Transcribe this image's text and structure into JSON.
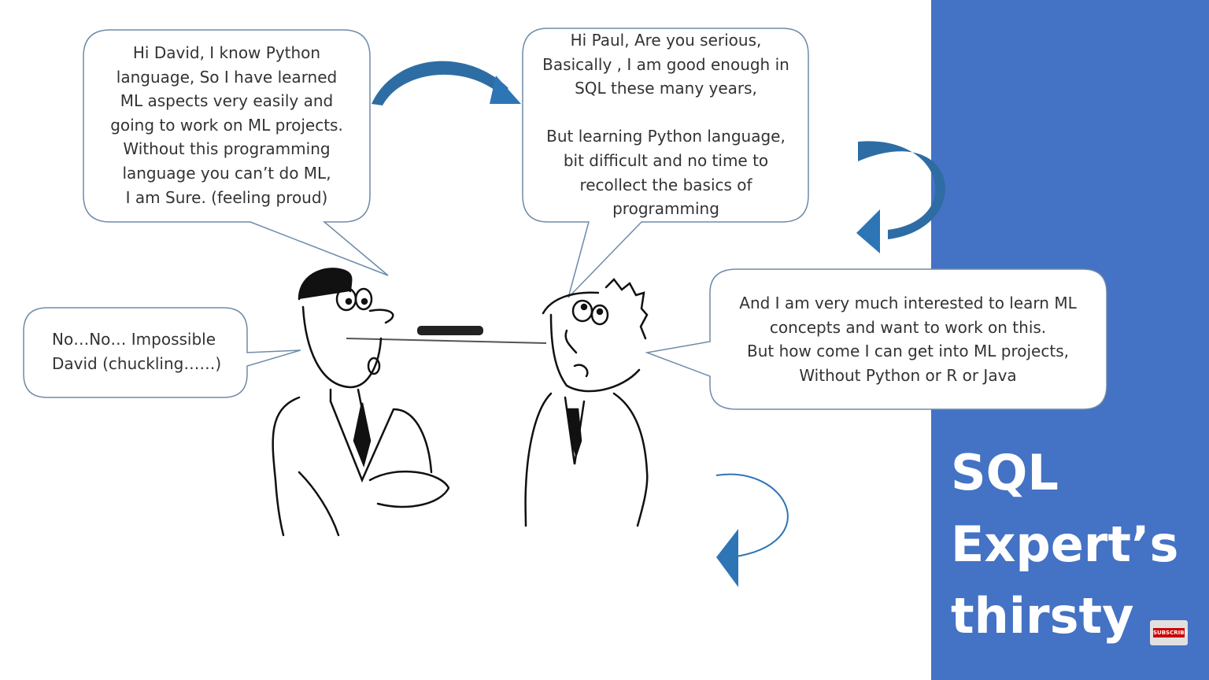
{
  "slide": {
    "side_title": [
      "SQL",
      "Expert’s",
      "thirsty"
    ],
    "bubbles": {
      "david_intro": [
        "Hi David, I know Python",
        "language, So I have learned",
        "ML aspects very easily and",
        "going to work on ML projects.",
        "Without this programming",
        "language you can’t do ML,",
        "I am Sure. (feeling proud)"
      ],
      "paul_reply": [
        "Hi Paul, Are you serious,",
        "Basically , I am good enough in",
        "SQL these many years,",
        "",
        "But learning Python language,",
        "bit difficult and no time to",
        "recollect the basics of",
        "programming"
      ],
      "david_laugh": [
        "No…No… Impossible",
        "David (chuckling……)"
      ],
      "paul_interest": [
        "And I am very much interested to learn ML",
        "concepts and want to work on this.",
        "But how come I can get into ML projects,",
        "Without Python or R or Java"
      ]
    },
    "subscribe_label": "SUBSCRIBE"
  },
  "colors": {
    "panel": "#4472c4",
    "arrow": "#2e75b6",
    "bubble_border": "#6d8ba8"
  },
  "icons": [
    "curved-arrow-icon",
    "person-illustration"
  ]
}
